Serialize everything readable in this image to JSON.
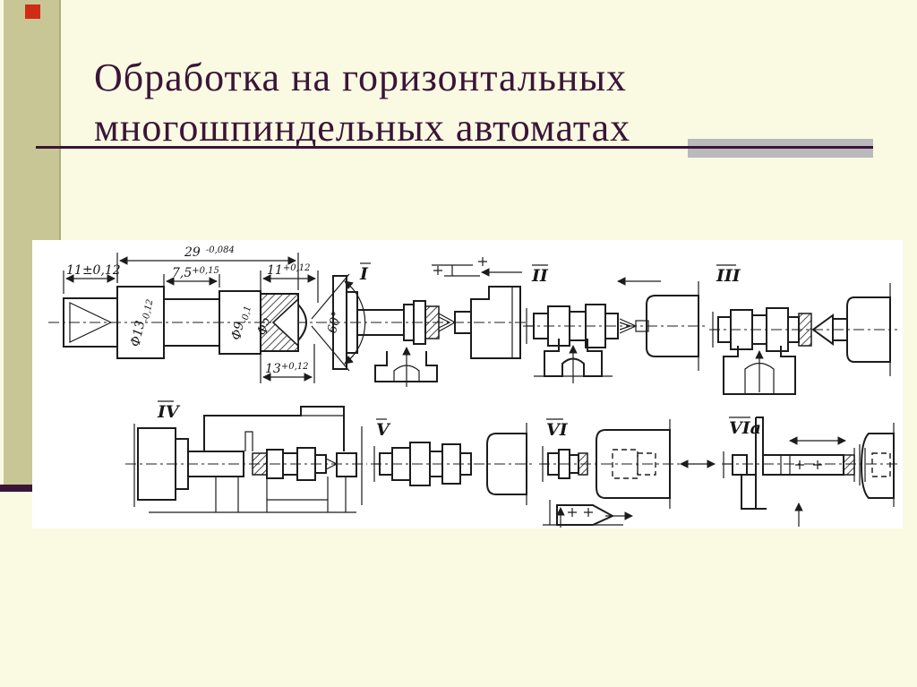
{
  "slide": {
    "title_line1": "Обработка на горизонтальных",
    "title_line2": "многошпиндельных автоматах",
    "colors": {
      "background": "#FAFAE3",
      "accent_band": "#C8C694",
      "accent_dark": "#3A1537",
      "accent_gray": "#B9B9BE",
      "accent_red": "#CF2C17",
      "panel": "#FFFFFF",
      "ink": "#1C1C1C"
    }
  },
  "drawing": {
    "dims": {
      "len_left": "11±0,12",
      "len_total": "29",
      "len_total_tol": "-0,084",
      "len_mid": "7,5",
      "len_mid_tol": "+0,15",
      "len_right": "11",
      "len_right_tol": "+0,12",
      "len_bottom": "13",
      "len_bottom_tol": "+0,12",
      "dia_left": "Ф13",
      "dia_left_tol": "-0,12",
      "dia_right": "Ф9",
      "dia_right_tol": "-0,1",
      "dia_hole": "Ф5",
      "angle": "60°"
    },
    "positions": {
      "p1": "I",
      "p2": "II",
      "p3": "III",
      "p4": "IV",
      "p5": "V",
      "p6": "VI",
      "p6a": "VIа"
    }
  }
}
